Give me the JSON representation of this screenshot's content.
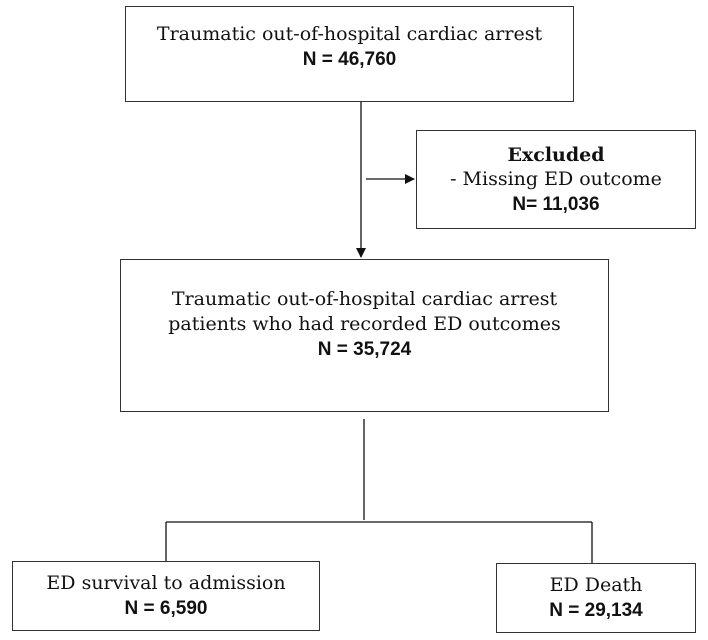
{
  "boxes": {
    "top": {
      "line1": "Traumatic out-of-hospital cardiac arrest",
      "n": "N = 46,760"
    },
    "excluded": {
      "title": "Excluded",
      "reason": "- Missing ED outcome",
      "n": "N= 11,036"
    },
    "middle": {
      "line1": "Traumatic out-of-hospital cardiac arrest",
      "line2": "patients who had recorded ED outcomes",
      "n": "N = 35,724"
    },
    "survival": {
      "line1": "ED survival to admission",
      "n": "N = 6,590"
    },
    "death": {
      "line1": "ED Death",
      "n": "N = 29,134"
    }
  }
}
